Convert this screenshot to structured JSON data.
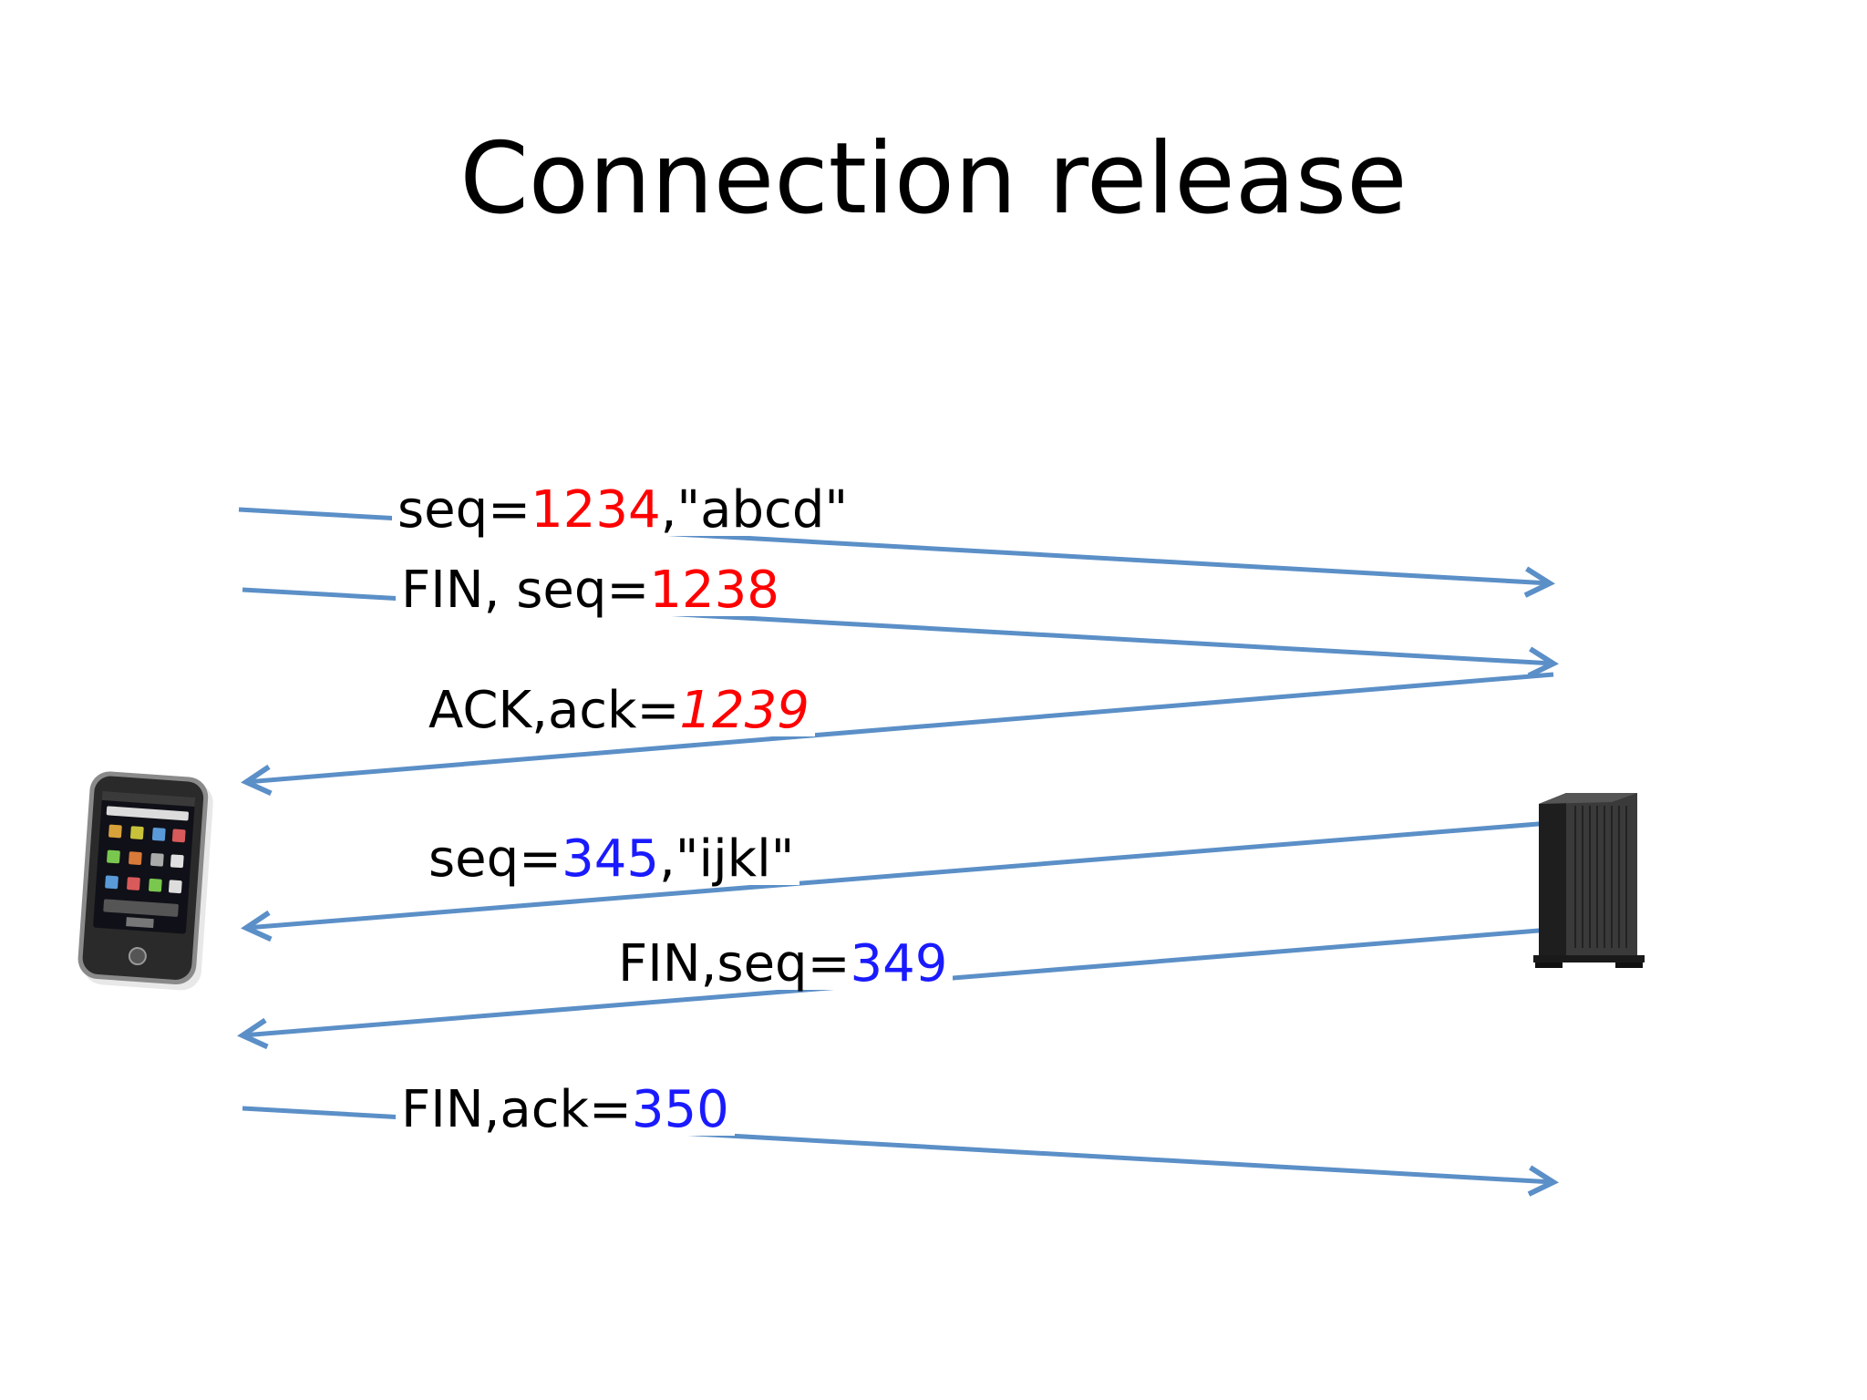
{
  "title": "Connection release",
  "colors": {
    "arrow": "#5b8fc7",
    "red": "#ff0000",
    "blue": "#1a1aff"
  },
  "messages": [
    {
      "prefix": "seq=",
      "number": "1234",
      "suffix": ",\"abcd\""
    },
    {
      "prefix": "FIN, seq=",
      "number": "1238",
      "suffix": ""
    },
    {
      "prefix": "ACK,ack=",
      "number": "1239",
      "suffix": ""
    },
    {
      "prefix": "seq=",
      "number": "345",
      "suffix": ",\"ijkl\""
    },
    {
      "prefix": "FIN,seq=",
      "number": "349",
      "suffix": ""
    },
    {
      "prefix": "FIN,ack=",
      "number": "350",
      "suffix": ""
    }
  ],
  "icons": {
    "client": "smartphone-icon",
    "server": "tower-server-icon"
  }
}
